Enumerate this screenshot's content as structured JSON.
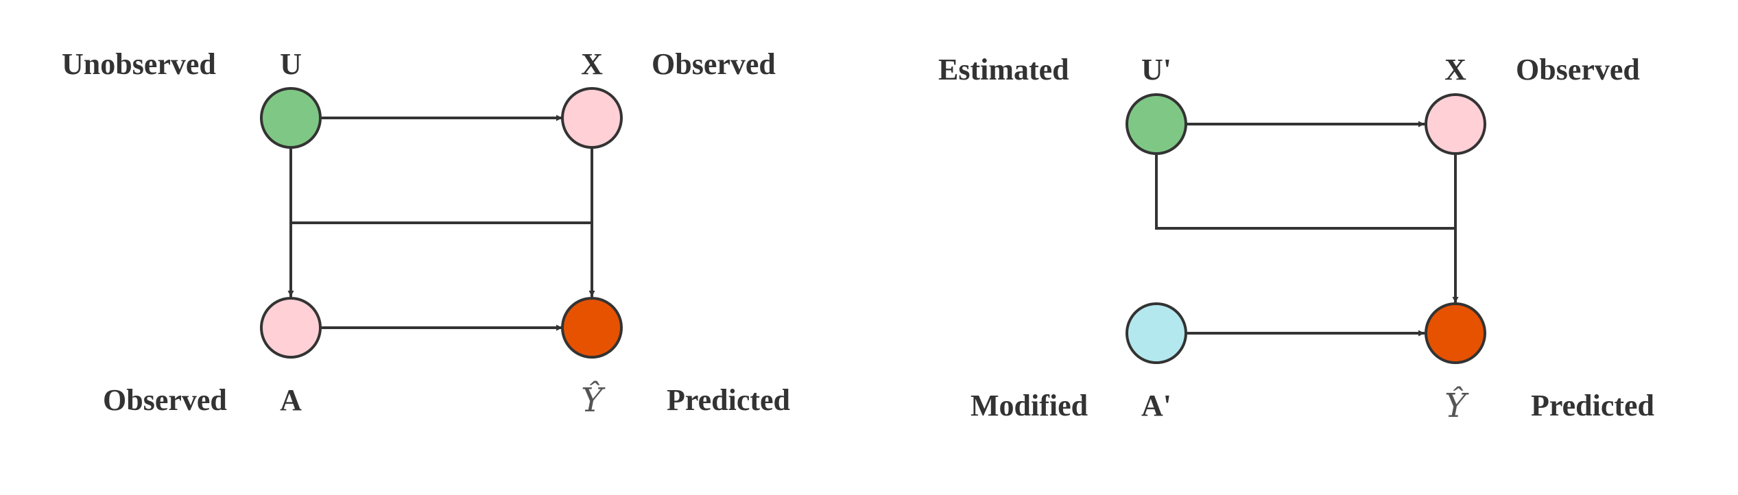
{
  "colors": {
    "green_node": "#7fc785",
    "pink_node": "#ffd0d6",
    "orange_node": "#e65200",
    "cyan_node": "#b3e8ef",
    "stroke": "#333333"
  },
  "left_graph": {
    "u_var": "U",
    "u_desc": "Unobserved",
    "x_var": "X",
    "x_desc": "Observed",
    "a_var": "A",
    "a_desc": "Observed",
    "y_var": "Ŷ",
    "y_desc": "Predicted"
  },
  "right_graph": {
    "u_var": "U'",
    "u_desc": "Estimated",
    "x_var": "X",
    "x_desc": "Observed",
    "a_var": "A'",
    "a_desc": "Modified",
    "y_var": "Ŷ",
    "y_desc": "Predicted"
  }
}
